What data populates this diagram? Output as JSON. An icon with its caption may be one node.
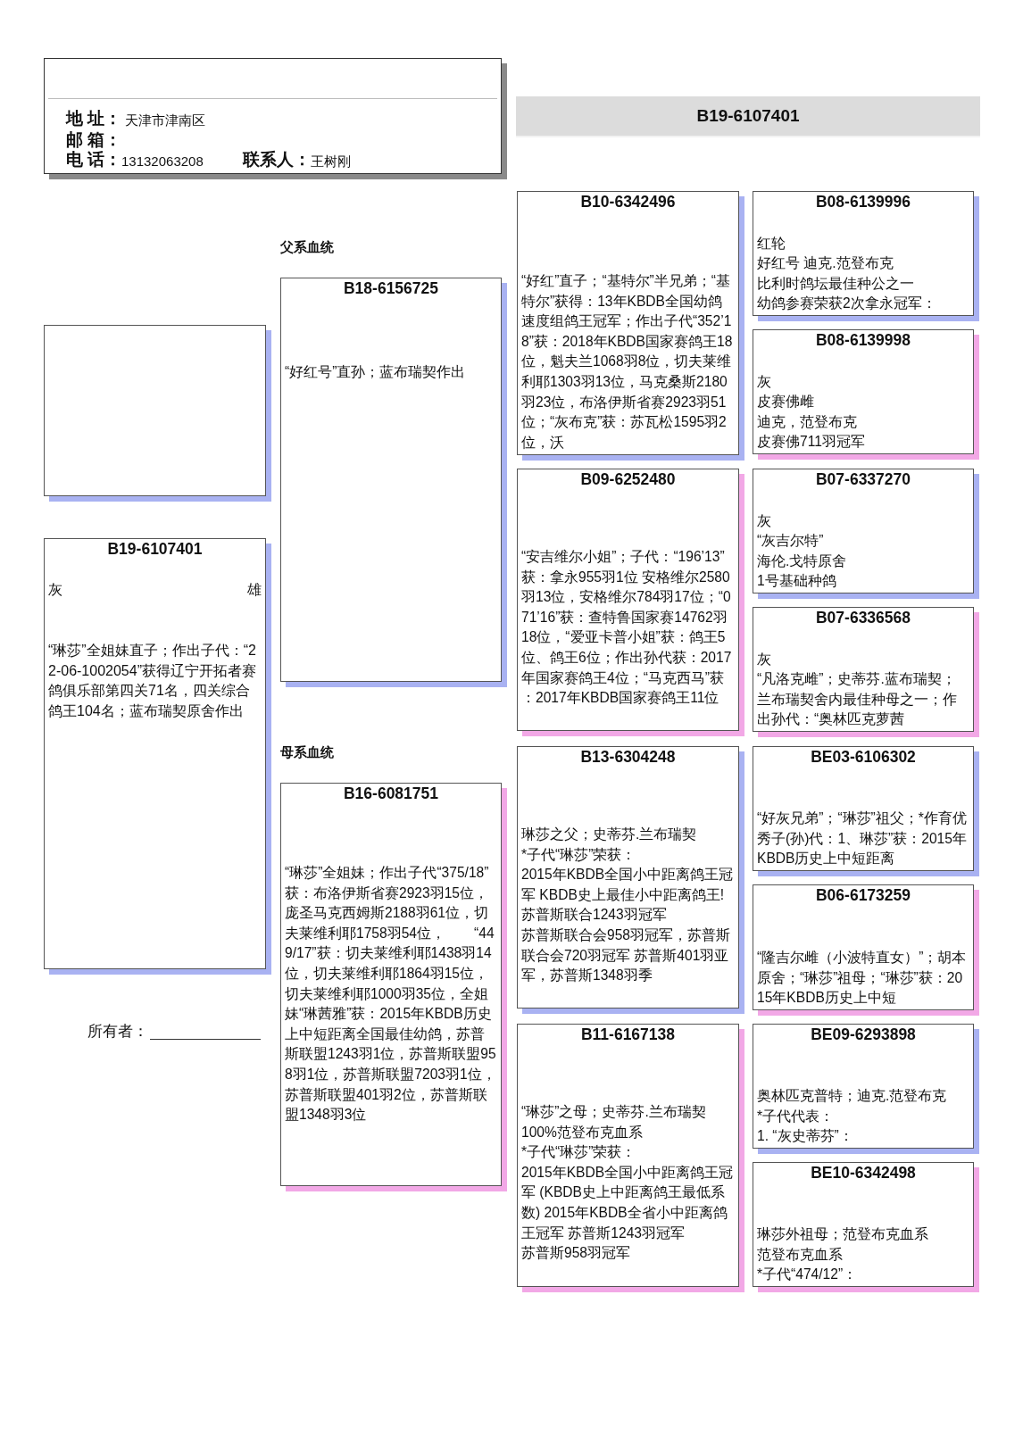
{
  "diagram": {
    "nodes": [
      {
        "text": [
          "地 址：",
          "天津市津南区",
          "邮 箱：",
          "电 话：",
          "13132063208",
          "联系人：",
          "王树刚"
        ]
      },
      {
        "text": [
          "B19-6107401"
        ]
      },
      {
        "text": [],
        "shape": "box"
      },
      {
        "text": [
          "B19-6107401",
          "灰",
          "雄",
          "“琳莎”全姐妹直子；作出子代：“22-06-1002054”获得辽宁开拓者赛鸽俱乐部第四关71名，四关综合鸽王104名；蓝布瑞契原舍作出"
        ]
      },
      {
        "text": [
          "B18-6156725",
          "“好红号”直孙；蓝布瑞契作出"
        ]
      },
      {
        "text": [
          "B16-6081751",
          "“琳莎”全姐妹；作出子代“375/18”获：布洛伊斯省赛2923羽15位，庞圣马克西姆斯2188羽61位，切夫莱维利耶1758羽54位，　　“449/17”获：切夫莱维利耶1438羽14位，切夫莱维利耶1864羽15位，切夫莱维利耶1000羽35位，全姐妹“琳茜雅”获：2015年KBDB历史上中短距离全国最佳幼鸽，苏普斯联盟1243羽1位，苏普斯联盟958羽1位，苏普斯联盟7203羽1位，苏普斯联盟401羽2位，苏普斯联盟1348羽3位"
        ]
      },
      {
        "text": [
          "B10-6342496",
          "“好红”直子；“基特尔”半兄弟；“基特尔”获得：13年KBDB全国幼鸽速度组鸽王冠军；作出子代“352’18”获：2018年KBDB国家赛鸽王18位，魁夫兰1068羽8位，切夫莱维利耶1303羽13位，马克桑斯2180羽23位，布洛伊斯省赛2923羽51位；“灰布克”获：苏瓦松1595羽2位，沃"
        ]
      },
      {
        "text": [
          "B09-6252480",
          "“安吉维尔小姐”；子代：“196’13”获：拿永955羽1位 安格维尔2580羽13位，安格维尔784羽17位；“071’16”获：查特鲁国家赛14762羽18位，“爱亚卡普小姐”获：鸽王5位、鸽王6位；作出孙代获：2017年国家赛鸽王4位；“马克西马”获：2017年KBDB国家赛鸽王11位"
        ]
      },
      {
        "text": [
          "B13-6304248",
          "琳莎之父；史蒂芬.兰布瑞契",
          "*子代“琳莎”荣获：",
          "2015年KBDB全国小中距离鸽王冠军 KBDB史上最佳小中距离鸽王!",
          "苏普斯联合1243羽冠军",
          "苏普斯联合会958羽冠军，苏普斯联合会720羽冠军 苏普斯401羽亚军，苏普斯1348羽季"
        ]
      },
      {
        "text": [
          "B11-6167138",
          "“琳莎”之母；史蒂芬.兰布瑞契",
          "100%范登布克血系",
          "*子代“琳莎”荣获：",
          "2015年KBDB全国小中距离鸽王冠军 (KBDB史上中距离鸽王最低系数) 2015年KBDB全省小中距离鸽王冠军 苏普斯1243羽冠军",
          "苏普斯958羽冠军"
        ]
      },
      {
        "text": [
          "B08-6139996",
          "红轮",
          "好红号  迪克.范登布克",
          "比利时鸽坛最佳种公之一",
          "幼鸽参赛荣获2次拿永冠军："
        ]
      },
      {
        "text": [
          "B08-6139998",
          "灰",
          "皮赛佛雌",
          "迪克，范登布克",
          "皮赛佛711羽冠军"
        ]
      },
      {
        "text": [
          "B07-6337270",
          "灰",
          "“灰吉尔特”",
          "海伦.戈特原舍",
          "1号基础种鸽"
        ]
      },
      {
        "text": [
          "B07-6336568",
          "灰",
          "“凡洛克雌”；史蒂芬.蓝布瑞契；兰布瑞契舍内最佳种母之一；作出孙代：“奥林匹克萝茜"
        ]
      },
      {
        "text": [
          "BE03-6106302",
          "“好灰兄弟”；“琳莎”祖父；*作育优秀子(孙)代：1、琳莎”获：2015年KBDB历史上中短距离"
        ]
      },
      {
        "text": [
          "B06-6173259",
          "“隆吉尔雌（小波特直女）”；胡本原舍；“琳莎”祖母；“琳莎”获：2015年KBDB历史上中短"
        ]
      },
      {
        "text": [
          "BE09-6293898",
          "奥林匹克普特；迪克.范登布克",
          "*子代代表：",
          "1. “灰史蒂芬”："
        ]
      },
      {
        "text": [
          "BE10-6342498",
          "琳莎外祖母；范登布克血系",
          "范登布克血系",
          "*子代“474/12”："
        ]
      }
    ],
    "labels": [
      "父系血统",
      "母系血统",
      "所有者："
    ]
  }
}
